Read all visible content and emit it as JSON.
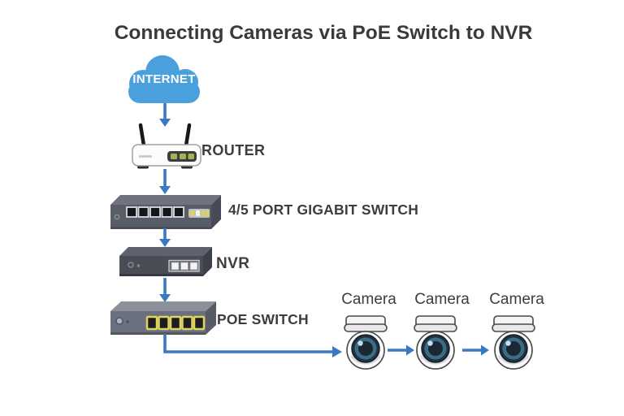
{
  "title": "Connecting Cameras via PoE Switch to NVR",
  "nodes": {
    "internet": {
      "label": "INTERNET",
      "icon": "cloud-icon"
    },
    "router": {
      "label": "ROUTER",
      "icon": "router-icon"
    },
    "gigabit_switch": {
      "label": "4/5 PORT GIGABIT SWITCH",
      "icon": "network-switch-icon"
    },
    "nvr": {
      "label": "NVR",
      "icon": "nvr-icon"
    },
    "poe_switch": {
      "label": "POE SWITCH",
      "icon": "poe-switch-icon"
    },
    "cameras": [
      {
        "label": "Camera",
        "icon": "dome-camera-icon"
      },
      {
        "label": "Camera",
        "icon": "dome-camera-icon"
      },
      {
        "label": "Camera",
        "icon": "dome-camera-icon"
      }
    ]
  },
  "connections": [
    {
      "from": "internet",
      "to": "router",
      "type": "arrow-down"
    },
    {
      "from": "router",
      "to": "gigabit_switch",
      "type": "arrow-down"
    },
    {
      "from": "gigabit_switch",
      "to": "nvr",
      "type": "arrow-down"
    },
    {
      "from": "nvr",
      "to": "poe_switch",
      "type": "arrow-down"
    },
    {
      "from": "poe_switch",
      "to": "camera-1",
      "type": "elbow-arrow-right"
    },
    {
      "from": "camera-1",
      "to": "camera-2",
      "type": "arrow-right"
    },
    {
      "from": "camera-2",
      "to": "camera-3",
      "type": "arrow-right"
    }
  ],
  "colors": {
    "background": "#ffffff",
    "arrow_blue": "#3779c2",
    "cloud_blue": "#4aa0dc",
    "title_text": "#3a3a3a",
    "label_text": "#3d3d3d",
    "internet_text": "#ffffff",
    "switch_body": "#585d68",
    "nvr_body": "#484d56",
    "poe_body": "#6a7080",
    "port_yellow": "#ddd45f",
    "led_green": "#a4b257"
  }
}
